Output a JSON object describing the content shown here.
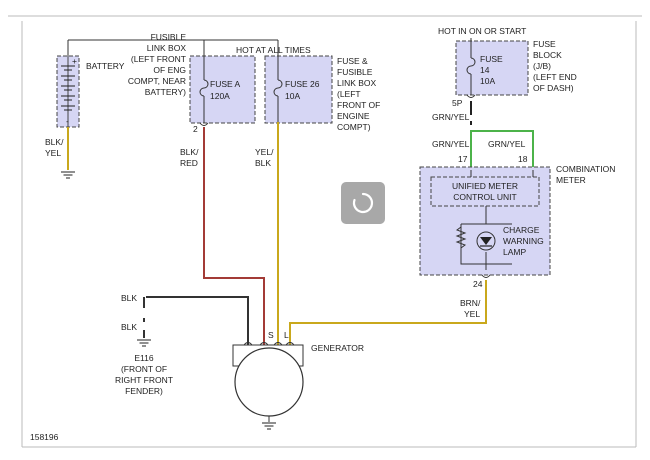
{
  "colors": {
    "box_fill": "#d6d6f4",
    "wire_red": "#a33b36",
    "wire_yellow": "#c9a81c",
    "wire_green": "#4cb34a",
    "wire_black": "#333333",
    "spinner_bg": "#9a9a9a"
  },
  "labels": {
    "battery": "BATTERY",
    "battery_wire": [
      "BLK/",
      "YEL"
    ],
    "fusible_link": [
      "FUSIBLE",
      "LINK BOX",
      "(LEFT FRONT",
      "OF ENG",
      "COMPT, NEAR",
      "BATTERY)"
    ],
    "hot_all_times": "HOT AT ALL TIMES",
    "fuse_a": [
      "FUSE A",
      "120A"
    ],
    "fuse_26": [
      "FUSE 26",
      "10A"
    ],
    "fuse_fusible_link": [
      "FUSE &",
      "FUSIBLE",
      "LINK BOX",
      "(LEFT",
      "FRONT OF",
      "ENGINE",
      "COMPT)"
    ],
    "pin_2": "2",
    "wire_blk_red": [
      "BLK/",
      "RED"
    ],
    "wire_yel_blk": [
      "YEL/",
      "BLK"
    ],
    "hot_on_start": "HOT IN ON OR START",
    "fuse_14": [
      "FUSE",
      "14",
      "10A"
    ],
    "fuse_block": [
      "FUSE",
      "BLOCK",
      "(J/B)",
      "(LEFT END",
      "OF DASH)"
    ],
    "pin_5p": "5P",
    "wire_grn_yel_1": "GRN/YEL",
    "wire_grn_yel_2": "GRN/YEL",
    "wire_grn_yel_3": "GRN/YEL",
    "pin_17": "17",
    "pin_18": "18",
    "combination_meter": [
      "COMBINATION",
      "METER"
    ],
    "unified_meter": [
      "UNIFIED METER",
      "CONTROL UNIT"
    ],
    "charge_warning": [
      "CHARGE",
      "WARNING",
      "LAMP"
    ],
    "pin_24": "24",
    "wire_brn_yel": [
      "BRN/",
      "YEL"
    ],
    "blk_1": "BLK",
    "blk_2": "BLK",
    "ground_e116": [
      "E116",
      "(FRONT OF",
      "RIGHT FRONT",
      "FENDER)"
    ],
    "term_s": "S",
    "term_l": "L",
    "generator": "GENERATOR",
    "figure_id": "158196"
  },
  "icons": {
    "spinner": "loading-spinner-icon",
    "ground": "ground-symbol-icon",
    "fuse": "fuse-symbol-icon"
  }
}
